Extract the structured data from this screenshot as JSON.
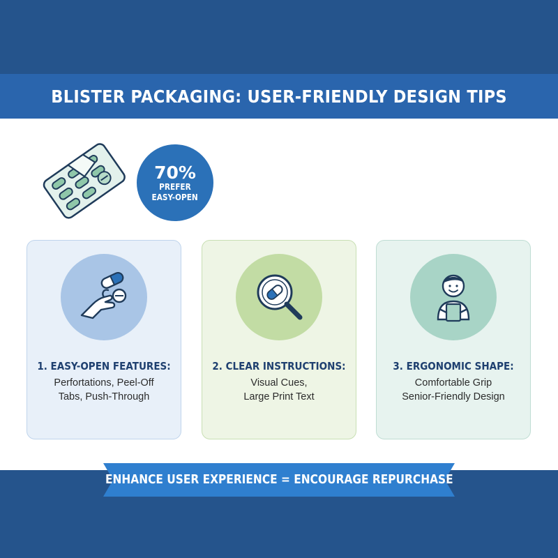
{
  "title": "BLISTER PACKAGING: USER-FRIENDLY DESIGN TIPS",
  "stat": {
    "value": "70%",
    "line1": "PREFER",
    "line2": "EASY-OPEN"
  },
  "cards": [
    {
      "heading": "1. EASY-OPEN FEATURES:",
      "line1": "Perfortations, Peel-Off",
      "line2": "Tabs, Push-Through",
      "icon": "hand-pill-icon"
    },
    {
      "heading": "2. CLEAR INSTRUCTIONS:",
      "line1": "Visual Cues,",
      "line2": "Large Print Text",
      "icon": "magnifier-pill-icon"
    },
    {
      "heading": "3. ERGONOMIC SHAPE:",
      "line1": "Comfortable Grip",
      "line2": "Senior-Friendly Design",
      "icon": "person-holding-icon"
    }
  ],
  "banner": "ENHANCE USER EXPERIENCE = ENCOURAGE REPURCHASE",
  "colors": {
    "navy": "#25548c",
    "title_bar": "#2a65ad",
    "accent_blue": "#2b71b8",
    "heading_text": "#1f4070"
  }
}
